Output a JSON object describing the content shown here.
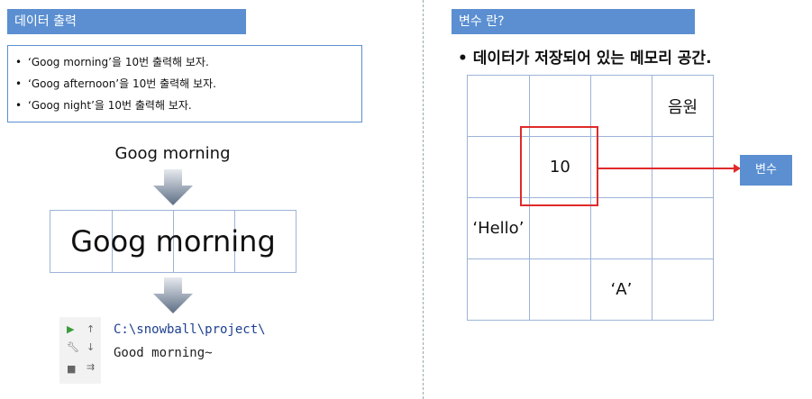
{
  "left": {
    "header": "데이터 출력",
    "bullets": [
      "‘Goog morning’을 10번 출력해 보자.",
      "‘Goog afternoon’을 10번 출력해 보자.",
      "‘Goog night’을 10번 출력해 보자."
    ],
    "small_label": "Goog morning",
    "big_label": "Goog morning",
    "ide": {
      "path": "C:\\snowball\\project\\",
      "output": "Good morning~"
    }
  },
  "right": {
    "header": "변수 란?",
    "bullet": "데이터가 저장되어 있는 메모리 공간.",
    "cells": {
      "r0c3": "음원",
      "r1c1": "10",
      "r2c0": "‘Hello’",
      "r3c2": "‘A’"
    },
    "variable_label": "변수"
  },
  "colors": {
    "accent": "#5b8fd1",
    "grid": "#9cb4d8",
    "highlight": "#e02a2a"
  }
}
